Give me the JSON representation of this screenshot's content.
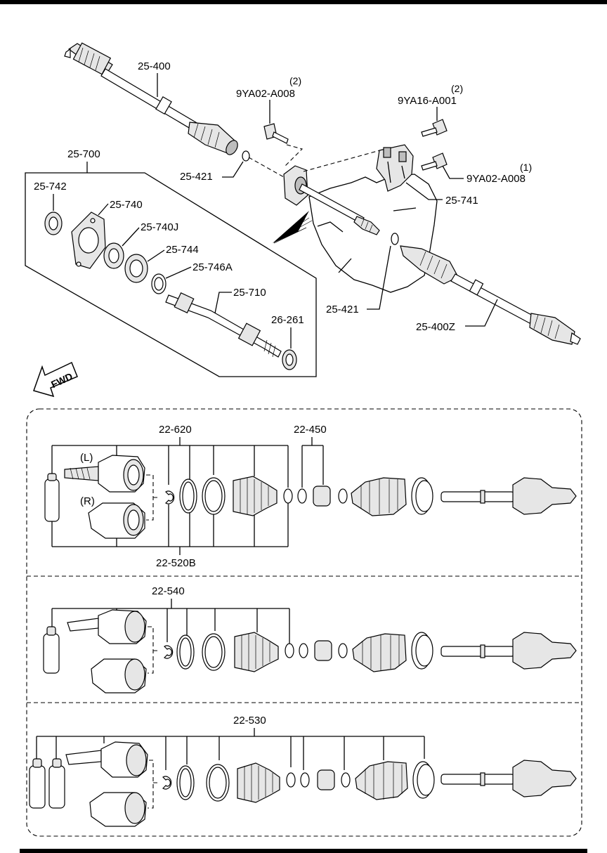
{
  "top_section": {
    "labels": {
      "drive_shaft_left": "25-400",
      "drive_shaft_right": "25-400Z",
      "bolt_upper_qty": "(2)",
      "bolt_upper": "9YA02-A008",
      "bolt_bracket_qty": "(2)",
      "bolt_bracket": "9YA16-A001",
      "bolt_lower_qty": "(1)",
      "bolt_lower": "9YA02-A008",
      "clip_left": "25-421",
      "clip_right": "25-421",
      "bracket": "25-741",
      "joint_shaft_assy": "25-700",
      "oil_seal": "25-742",
      "bearing_support": "25-740",
      "bearing": "25-740J",
      "dust_cover": "25-744",
      "snap_ring": "25-746A",
      "joint_shaft": "25-710",
      "seal_ring": "26-261",
      "fwd_arrow": "FWD"
    }
  },
  "panel_1": {
    "label_top_left": "22-620",
    "label_top_right": "22-450",
    "label_bottom": "22-520B",
    "side_left": "(L)",
    "side_right": "(R)"
  },
  "panel_2": {
    "label_top": "22-540"
  },
  "panel_3": {
    "label_top": "22-530"
  },
  "colors": {
    "line": "#000000",
    "background": "#ffffff",
    "shade": "#bdbdbd"
  }
}
